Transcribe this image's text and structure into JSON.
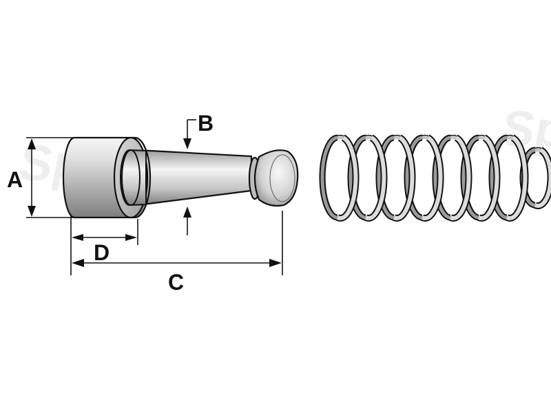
{
  "diagram": {
    "labels": {
      "a": "A",
      "b": "B",
      "c": "C",
      "d": "D"
    },
    "watermark": "Sparex",
    "colors": {
      "line": "#111111",
      "metal_light": "#f4f4f4",
      "metal_mid": "#c9c9c9",
      "metal_dark": "#8a8a8a",
      "watermark": "#eeeeee"
    },
    "parts": [
      "pin",
      "spring"
    ]
  }
}
